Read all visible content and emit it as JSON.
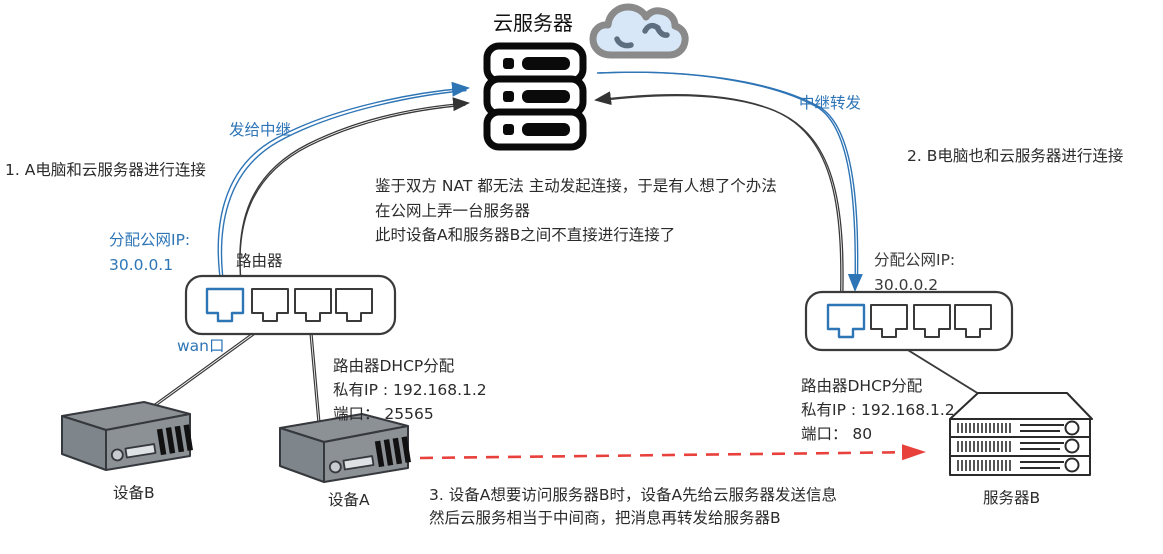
{
  "diagram_title": "云服务器",
  "steps": {
    "step1": "1. A电脑和云服务器进行连接",
    "step2": "2. B电脑也和云服务器进行连接",
    "step3_line1": "3. 设备A想要访问服务器B时，设备A先给云服务器发送信息",
    "step3_line2": "然后云服务相当于中间商，把消息再转发给服务器B"
  },
  "note": {
    "line1": "鉴于双方 NAT 都无法 主动发起连接，于是有人想了个办法",
    "line2": "在公网上弄一台服务器",
    "line3": "此时设备A和服务器B之间不直接进行连接了"
  },
  "flow_labels": {
    "send_to_relay": "发给中继",
    "relay_forward": "中继转发"
  },
  "site_a": {
    "public_ip_label": "分配公网IP:",
    "public_ip": "30.0.0.1",
    "router_label": "路由器",
    "wan_label": "wan口",
    "dhcp_title": "路由器DHCP分配",
    "private_ip": "私有IP : 192.168.1.2",
    "port": "端口： 25565",
    "device_a_label": "设备A",
    "device_b_label": "设备B"
  },
  "site_b": {
    "public_ip_label": "分配公网IP:",
    "public_ip": "30.0.0.2",
    "dhcp_title": "路由器DHCP分配",
    "private_ip": "私有IP : 192.168.1.2",
    "port": "端口： 80",
    "server_b_label": "服务器B"
  },
  "colors": {
    "accent_blue": "#2E75B6",
    "line_dark": "#3a3a3a",
    "arrow_red": "#E8413C",
    "cloud_fill": "#D7E7F8",
    "cloud_stroke": "#8A8A8A",
    "device_fill": "#8C9196"
  }
}
